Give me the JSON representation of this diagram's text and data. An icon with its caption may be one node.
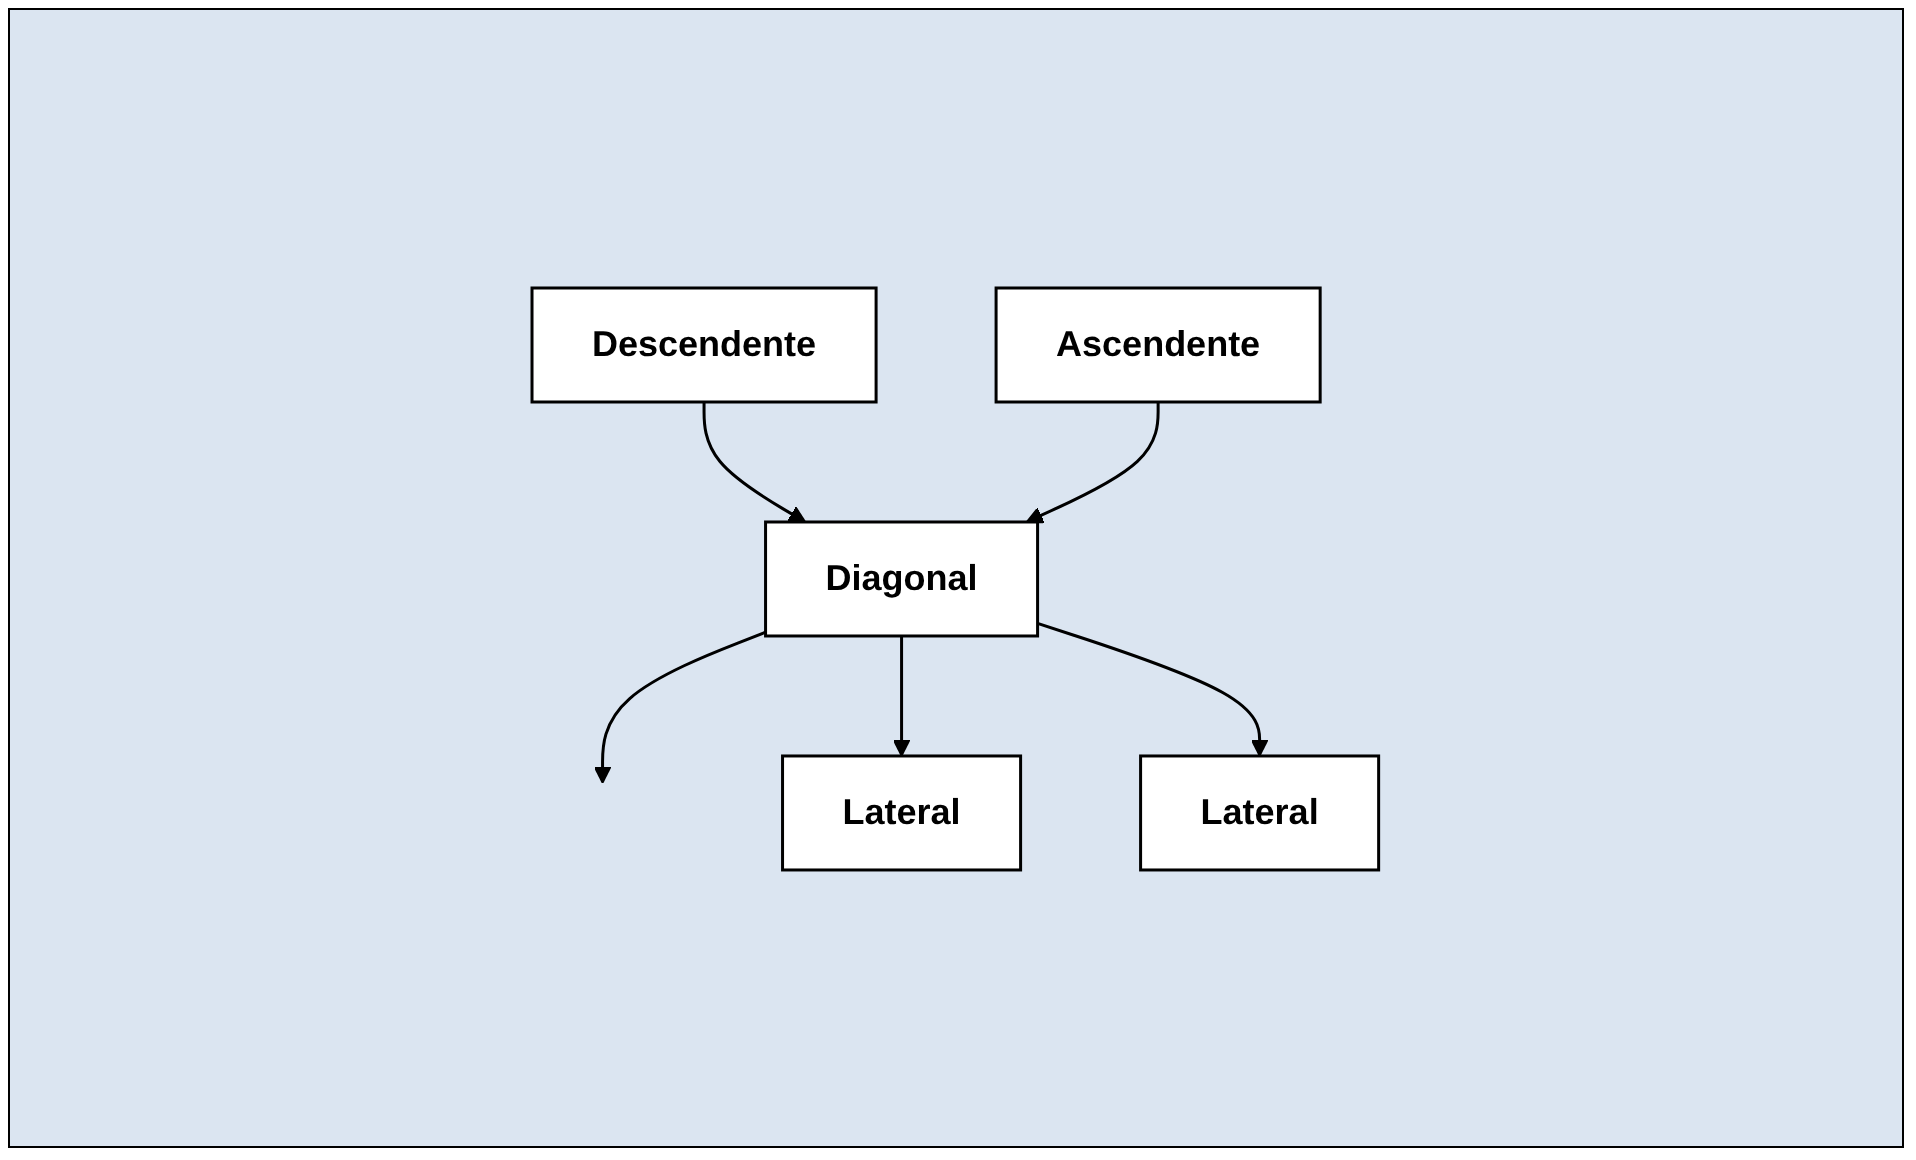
{
  "diagram": {
    "nodes": [
      {
        "text": [
          "Descendente"
        ]
      },
      {
        "text": [
          "Lateral"
        ]
      },
      {
        "text": [
          "Diagonal"
        ]
      },
      {
        "text": [
          "Lateral"
        ]
      },
      {
        "text": [
          "Ascendente"
        ]
      }
    ],
    "edges": [
      {
        "from": 0,
        "to": 2,
        "arrow": "to"
      },
      {
        "from": 2,
        "to": null,
        "arrow": "to"
      },
      {
        "from": 2,
        "to": 1,
        "arrow": "to"
      },
      {
        "from": 2,
        "to": 3,
        "arrow": "to"
      },
      {
        "from": 4,
        "to": 2,
        "arrow": "to"
      }
    ]
  }
}
